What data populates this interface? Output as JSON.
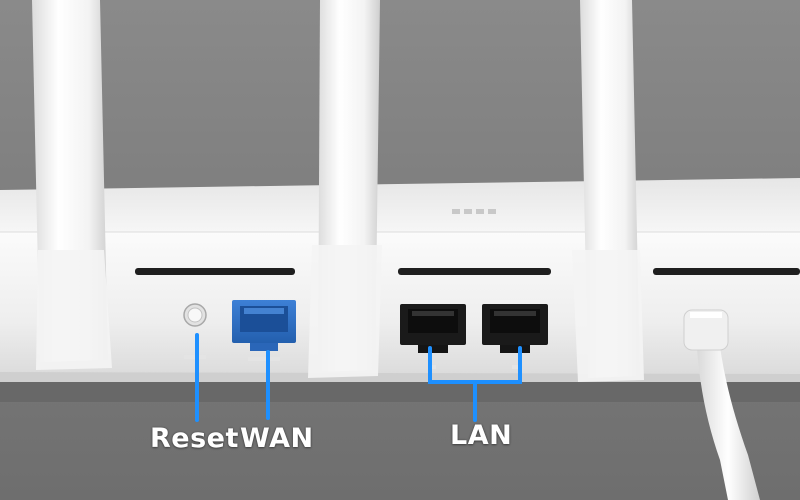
{
  "photo": {
    "subject": "router-rear-panel",
    "colors": {
      "background": "#7f7f7f",
      "router_body": "#f2f2f2",
      "wan_port": "#2f6fc4",
      "lan_port": "#1a1a1a",
      "callout_line": "#1e90ff",
      "label_text": "#ffffff"
    }
  },
  "labels": {
    "reset": "Reset",
    "wan": "WAN",
    "lan": "LAN"
  }
}
